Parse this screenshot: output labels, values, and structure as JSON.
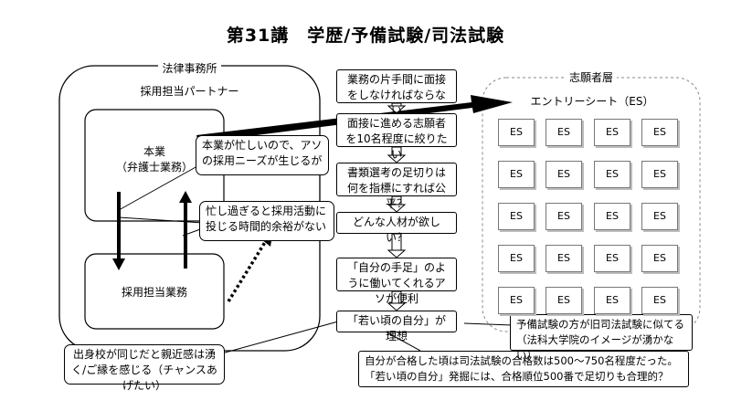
{
  "title": "第31講　学歴/予備試験/司法試験",
  "law_firm": {
    "name": "法律事務所",
    "role": "採用担当パートナー",
    "main_job_line1": "本業",
    "main_job_line2": "（弁護士業務）",
    "recruiting_job": "採用担当業務"
  },
  "bubbles": {
    "busy_need": "本業が忙しいので、アソの採用ニーズが生じるが",
    "no_time": "忙し過ぎると採用活動に投じる時間的余裕がない",
    "alma_mater": "出身校が同じだと親近感は湧く/ご縁を感じる（チャンスあげたい）",
    "exam_pass": "自分が合格した頃は司法試験の合格数は500～750名程度だった。「若い頃の自分」発掘には、合格順位500番で足切りも合理的？",
    "prelim": "予備試験の方が旧司法試験に似てる（法科大学院のイメージが湧かない）"
  },
  "flow": [
    "業務の片手間に面接をしなければならない",
    "面接に進める志願者を10名程度に絞りたい",
    "書類選考の足切りは何を指標にすれば公平？",
    "どんな人材が欲しい？",
    "「自分の手足」のように働いてくれるアソが便利",
    "「若い頃の自分」が理想"
  ],
  "applicants": {
    "label": "志願者層",
    "sheet_title": "エントリーシート（ES）",
    "card_label": "ES",
    "rows": 5,
    "cols": 4
  },
  "colors": {
    "line": "#000000",
    "card_border": "#777777",
    "card_shadow": "#bdbdbd",
    "dashed": "#888888"
  }
}
